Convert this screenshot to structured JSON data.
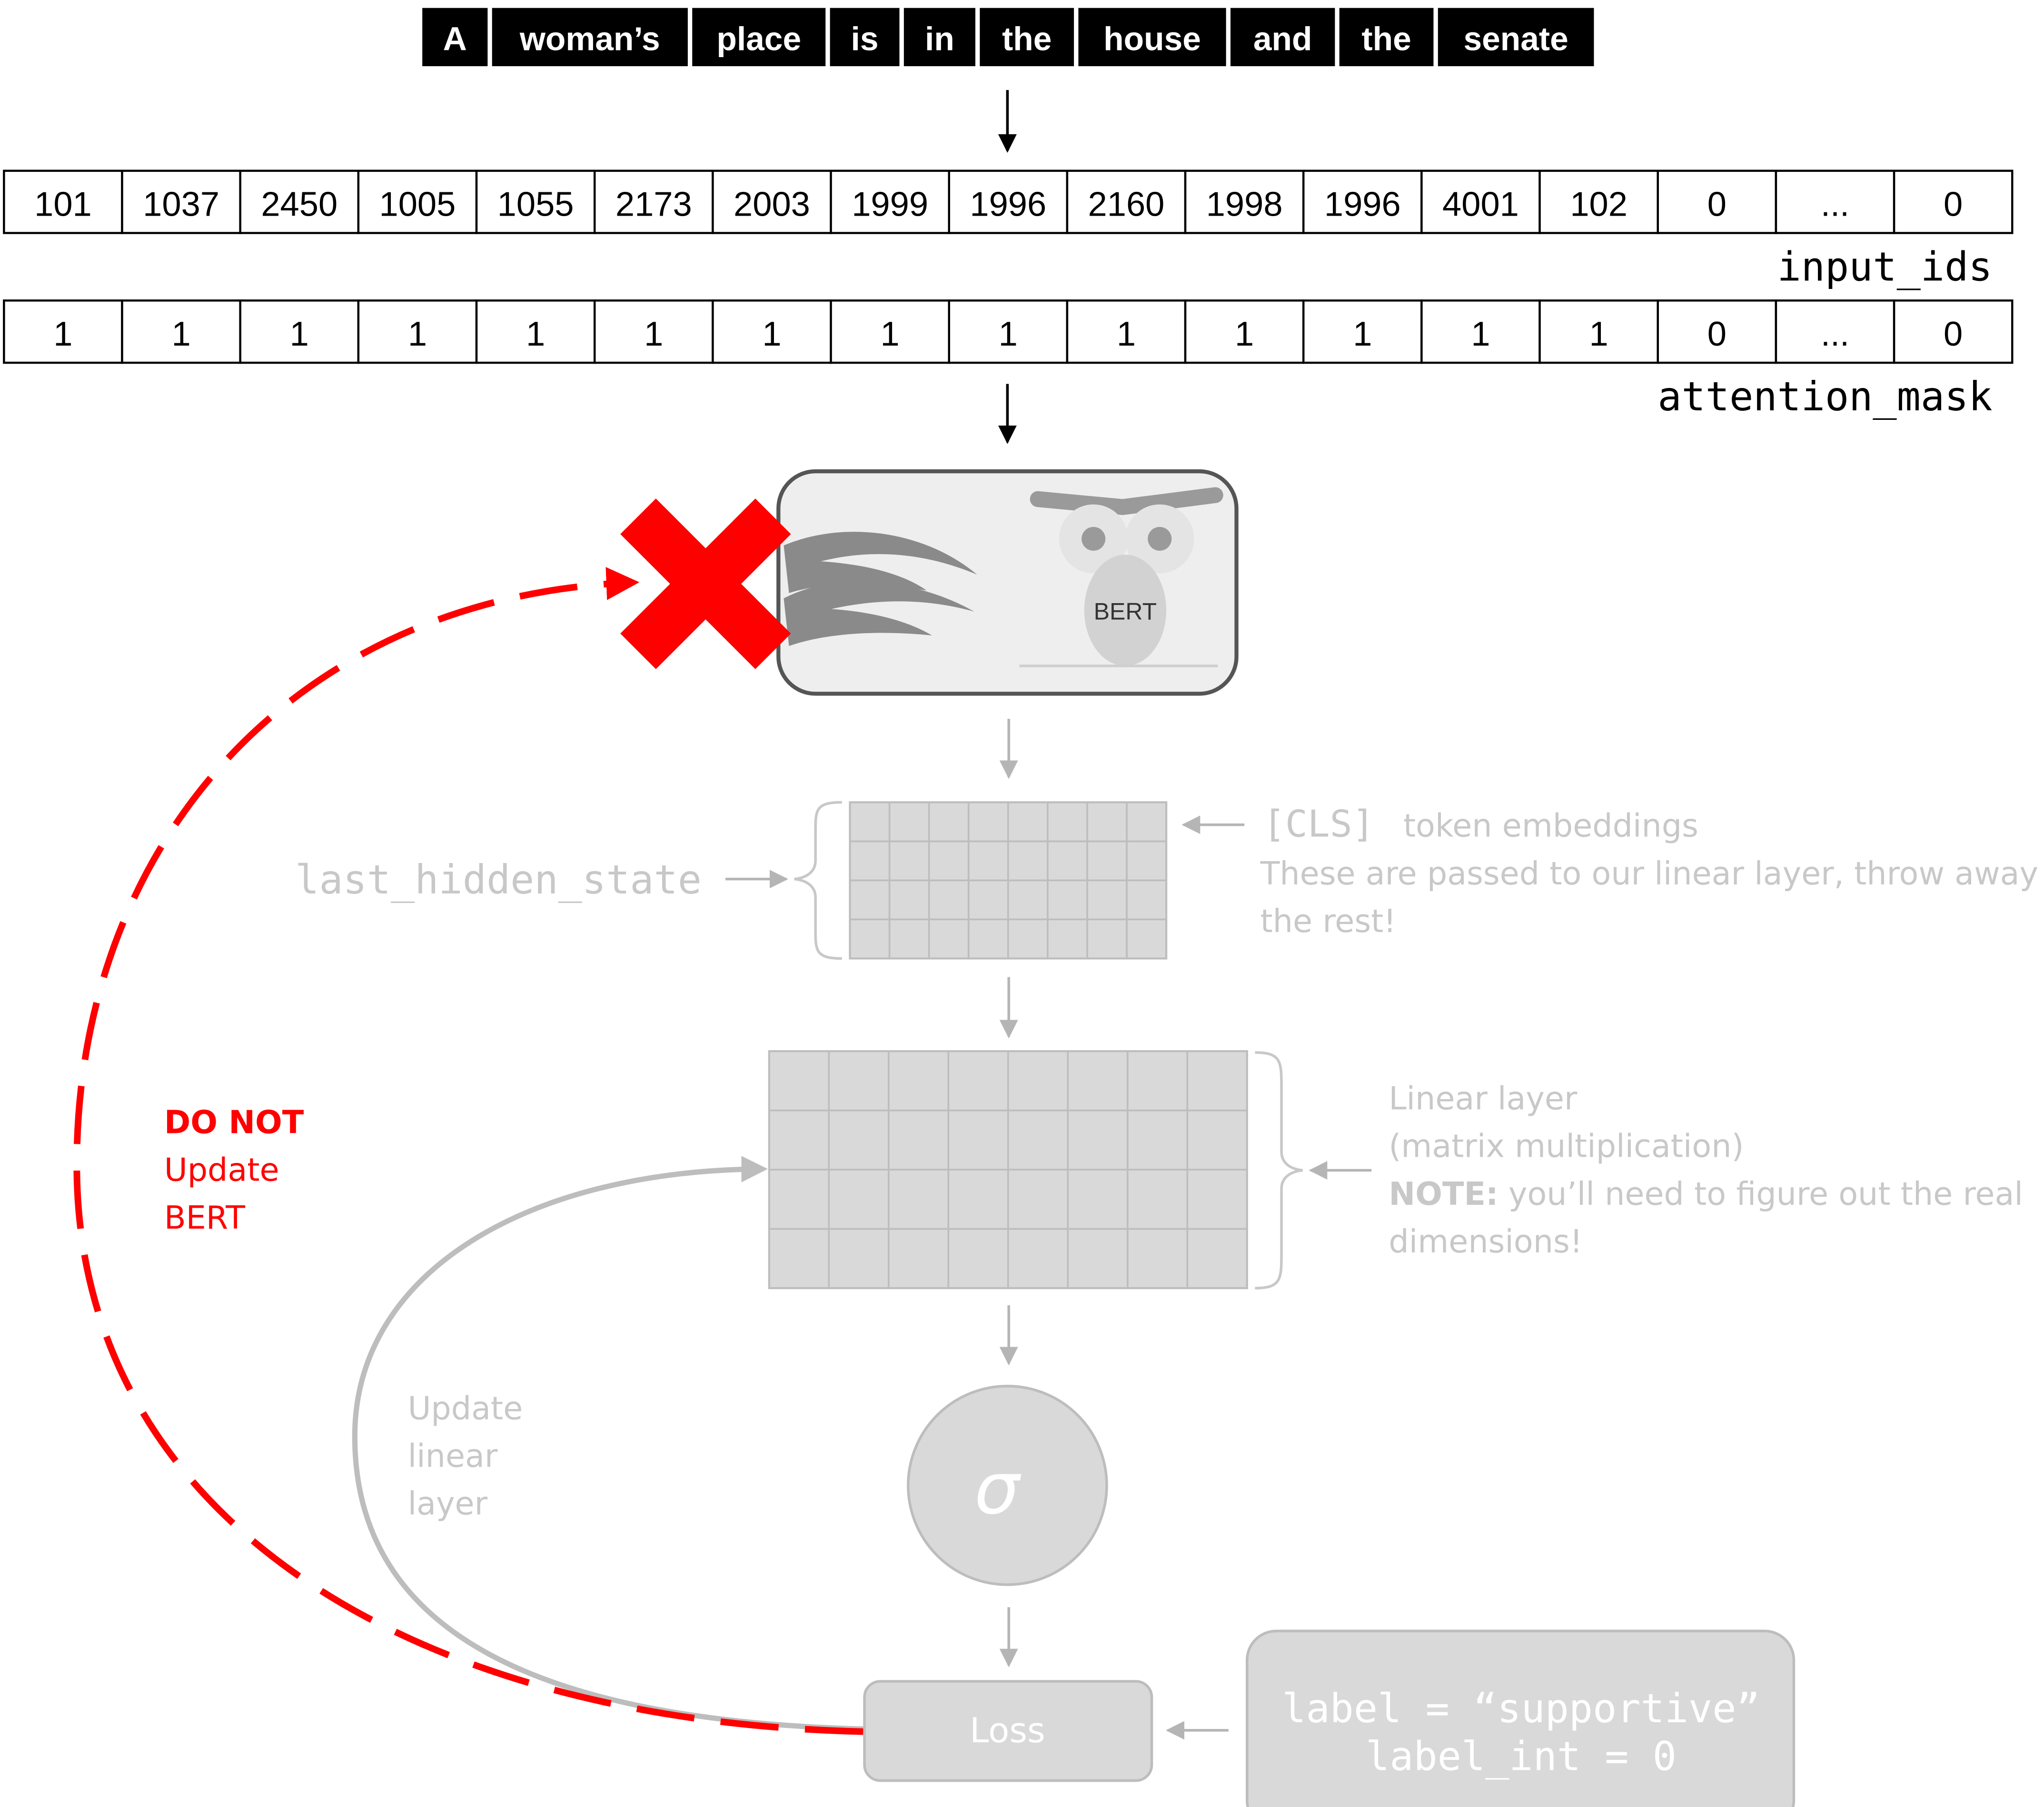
{
  "sentence_tokens": [
    "A",
    "woman’s",
    "place",
    "is",
    "in",
    "the",
    "house",
    "and",
    "the",
    "senate"
  ],
  "input_ids": {
    "values": [
      "101",
      "1037",
      "2450",
      "1005",
      "1055",
      "2173",
      "2003",
      "1999",
      "1996",
      "2160",
      "1998",
      "1996",
      "4001",
      "102",
      "0",
      "...",
      "0"
    ],
    "label": "input_ids"
  },
  "attention_mask": {
    "values": [
      "1",
      "1",
      "1",
      "1",
      "1",
      "1",
      "1",
      "1",
      "1",
      "1",
      "1",
      "1",
      "1",
      "1",
      "0",
      "...",
      "0"
    ],
    "label": "attention_mask"
  },
  "bert": {
    "label": "BERT"
  },
  "last_hidden_state": {
    "label": "last_hidden_state",
    "cls_tag": "[CLS]",
    "cls_text": "token embeddings",
    "note_line1": "These are passed to our linear layer, throw away",
    "note_line2": "the rest!"
  },
  "linear_layer": {
    "line1": "Linear layer",
    "line2": "(matrix multiplication)",
    "note_bold": "NOTE:",
    "note_rest": " you’ll need to figure out the real",
    "note_line2": "dimensions!"
  },
  "sigmoid": {
    "symbol": "σ"
  },
  "loss": {
    "label": "Loss"
  },
  "label_box": {
    "line1": "label = “supportive”",
    "line2": "label_int = 0"
  },
  "annotations": {
    "do_not": "DO NOT",
    "do_not_update": "Update",
    "do_not_bert": "BERT",
    "update_line1": "Update",
    "update_line2": "linear",
    "update_line3": "layer"
  },
  "colors": {
    "red": "#ff0000",
    "gray_fill": "#d9d9d9",
    "gray_text": "#c0c0c0",
    "dark": "#000000"
  }
}
